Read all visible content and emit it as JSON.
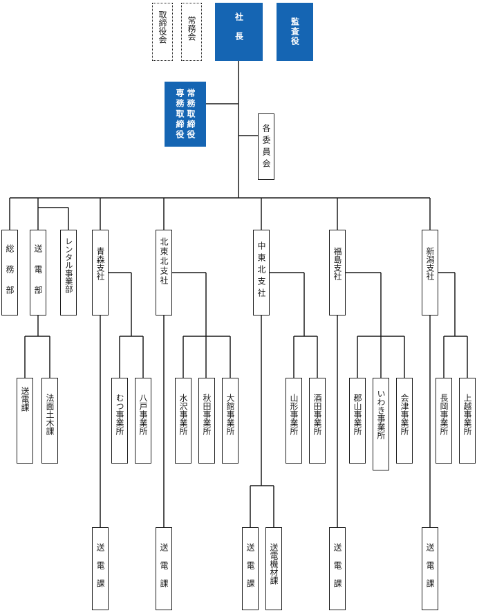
{
  "colors": {
    "executive_fill": "#1565b3",
    "line": "#1a1a1a"
  },
  "board": {
    "directors": "取締役会",
    "managing": "常務会",
    "president": "社長",
    "auditors": "監査役"
  },
  "executives": {
    "senior_managing": "常務取締役",
    "managing_director": "専務取締役"
  },
  "committees": "各委員会",
  "departments": {
    "general_affairs": "総務部",
    "transmission": "送電部",
    "rental": "レンタル事業部"
  },
  "transmission_sections": {
    "transmission": "送電課",
    "slope_civil": "法面土木課"
  },
  "branches": {
    "aomori": {
      "name": "青森支社",
      "offices": [
        "むつ事業所",
        "八戸事業所"
      ],
      "section": "送電課"
    },
    "hokutohoku": {
      "name": "北東北支社",
      "offices": [
        "水沢事業所",
        "秋田事業所",
        "大館事業所"
      ],
      "section": "送電課"
    },
    "chutohoku": {
      "name": "中東北支社",
      "offices": [
        "山形事業所",
        "酒田事業所"
      ],
      "sections": [
        "送電課",
        "送電機材課"
      ]
    },
    "fukushima": {
      "name": "福島支社",
      "offices": [
        "郡山事業所",
        "いわき事業所",
        "会津事業所"
      ],
      "section": "送電課"
    },
    "niigata": {
      "name": "新潟支社",
      "offices": [
        "長岡事業所",
        "上越事業所"
      ],
      "section": "送電課"
    }
  }
}
